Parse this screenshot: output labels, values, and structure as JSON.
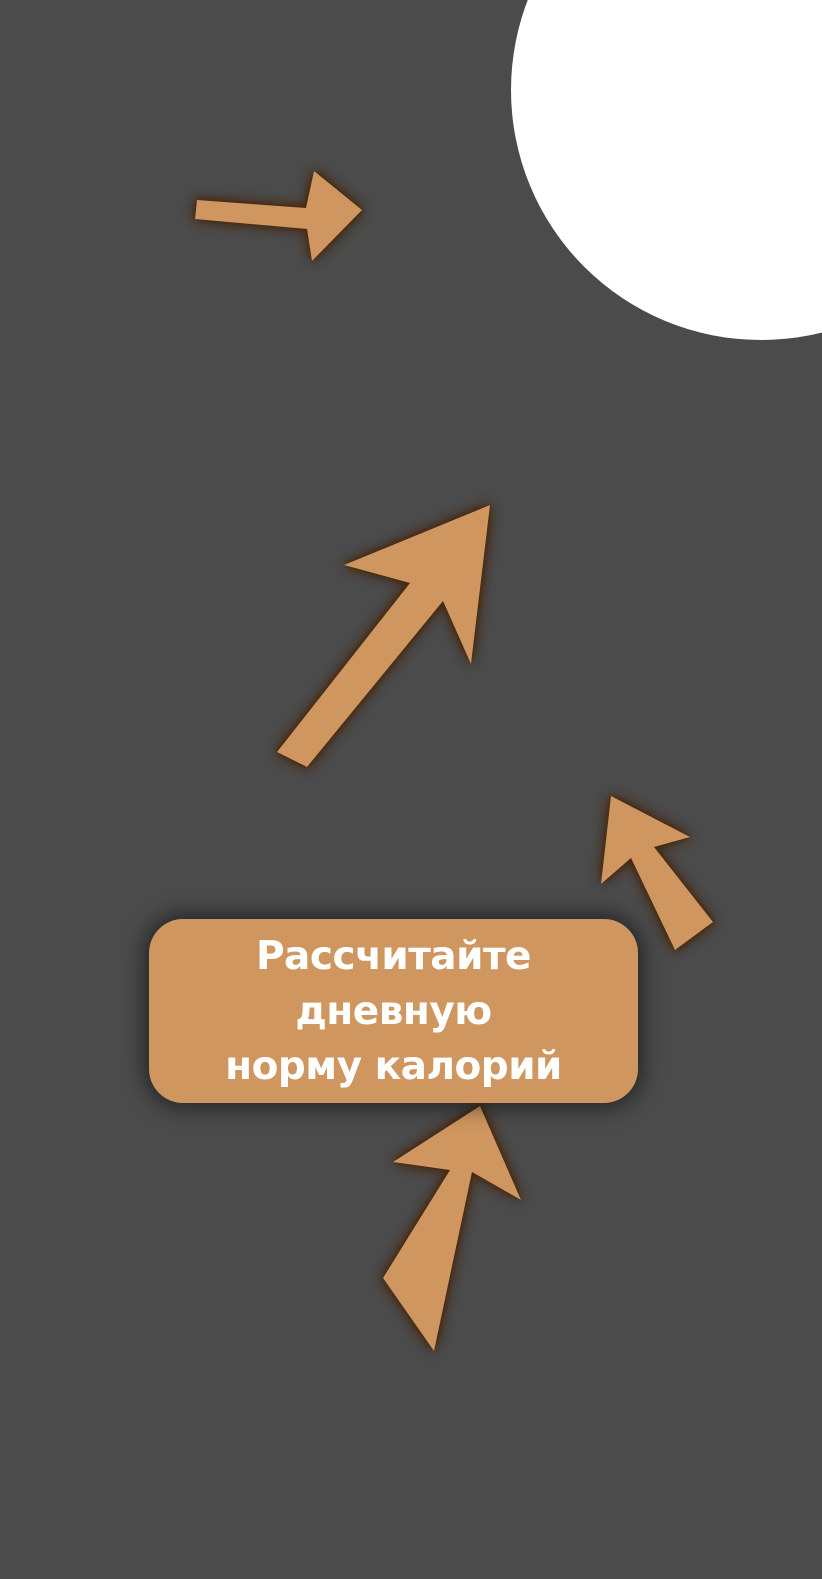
{
  "colors": {
    "background": "#4b4b4b",
    "accent": "#cf965f",
    "moon": "#ffffff",
    "label_text": "#ffffff"
  },
  "cta_button": {
    "label_line1": "Рассчитайте дневную",
    "label_line2": "норму калорий"
  },
  "decorations": {
    "moon_icon": "white-circle",
    "arrow_icons": [
      "arrow-right-icon",
      "arrow-up-right-icon",
      "arrow-up-left-icon",
      "arrow-up-left-icon",
      "arrow-up-icon"
    ]
  }
}
